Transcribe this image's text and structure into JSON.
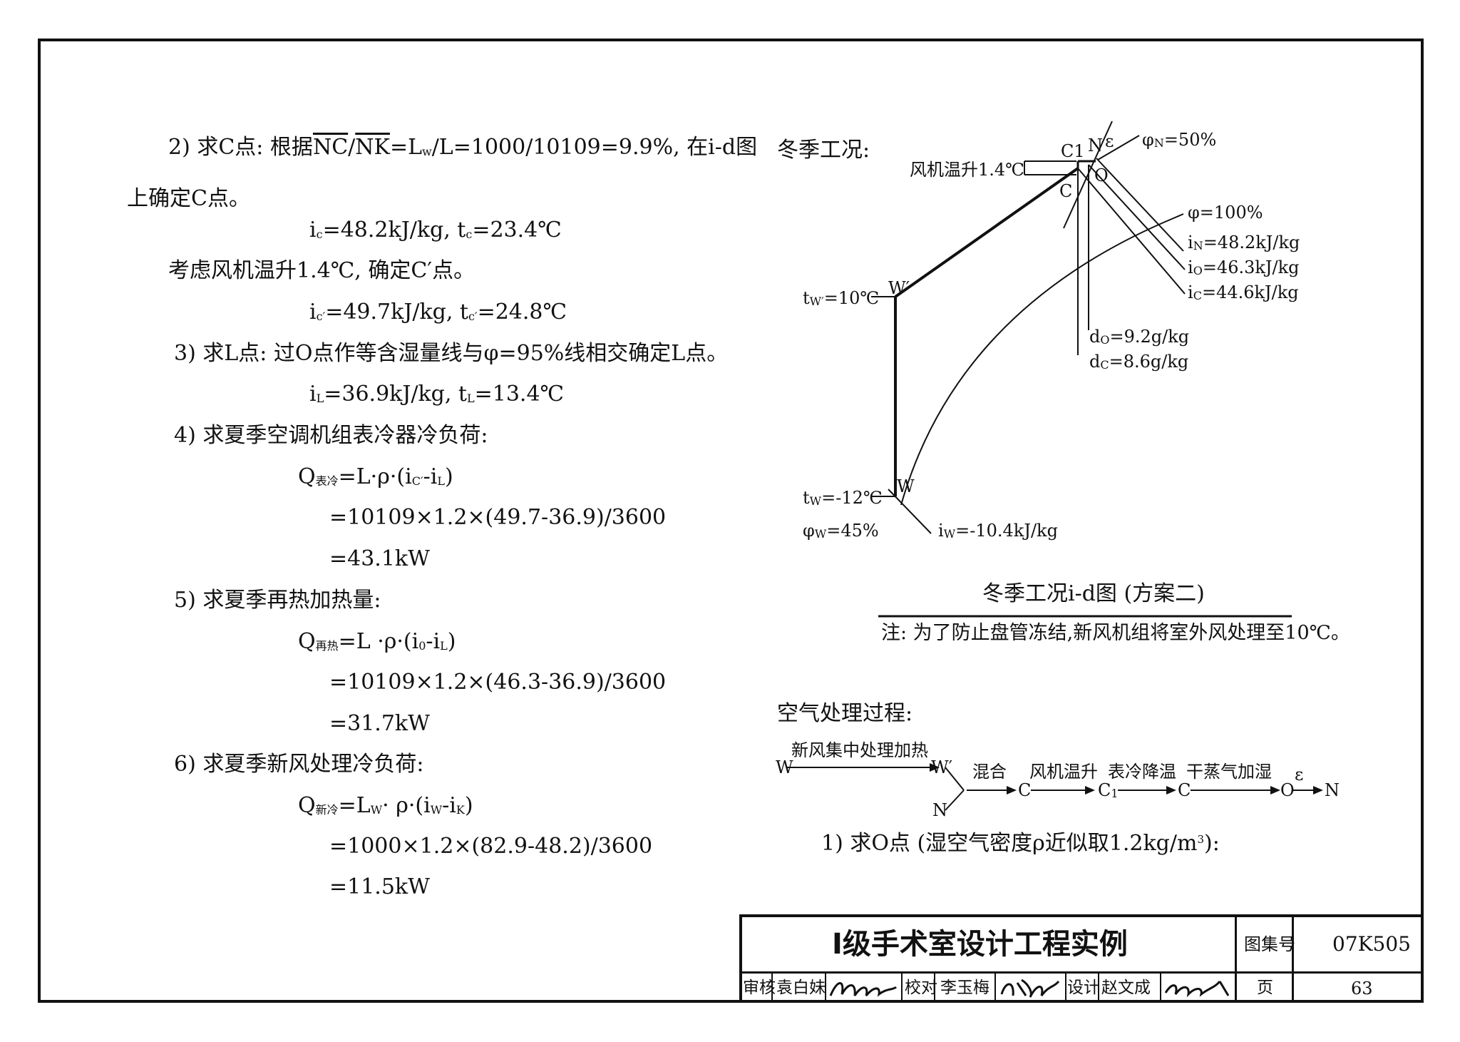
{
  "left_column": {
    "step2_line1": "2) 求C点: 根据",
    "step2_nc": "NC",
    "step2_slash": "/",
    "step2_nk": "NK",
    "step2_line1_rest_a": "=L",
    "step2_line1_rest_sub": "w",
    "step2_line1_rest_b": "/L=1000/10109=9.9%, 在i-d图",
    "step2_line2": "上确定C点。",
    "step2_ic": "i",
    "step2_ic_sub": "c",
    "step2_ic_val": "=48.2kJ/kg, t",
    "step2_tc_sub": "c",
    "step2_tc_val": "=23.4℃",
    "step2_fan": "考虑风机温升1.4℃, 确定C′点。",
    "step2_ic2": "i",
    "step2_ic2_sub": "c′",
    "step2_ic2_val": "=49.7kJ/kg, t",
    "step2_tc2_sub": "c′",
    "step2_tc2_val": "=24.8℃",
    "step3_line1": "3) 求L点: 过O点作等含湿量线与φ=95%线相交确定L点。",
    "step3_il": "i",
    "step3_il_sub": "L",
    "step3_il_val": "=36.9kJ/kg, t",
    "step3_tl_sub": "L",
    "step3_tl_val": "=13.4℃",
    "step4_line1": "4) 求夏季空调机组表冷器冷负荷:",
    "step4_q": "Q",
    "step4_q_sub": "表冷",
    "step4_q_rest_a": "=L·ρ·(i",
    "step4_q_sub2": "C′",
    "step4_q_rest_b": "-i",
    "step4_q_sub3": "L",
    "step4_q_rest_c": ")",
    "step4_calc": "=10109×1.2×(49.7-36.9)/3600",
    "step4_result": "=43.1kW",
    "step5_line1": "5) 求夏季再热加热量:",
    "step5_q": "Q",
    "step5_q_sub": "再热",
    "step5_q_rest_a": "=L ·ρ·(i",
    "step5_q_sub2": "0",
    "step5_q_rest_b": "-i",
    "step5_q_sub3": "L",
    "step5_q_rest_c": ")",
    "step5_calc": "=10109×1.2×(46.3-36.9)/3600",
    "step5_result": "=31.7kW",
    "step6_line1": "6) 求夏季新风处理冷负荷:",
    "step6_q": "Q",
    "step6_q_sub": "新冷",
    "step6_q_rest_a": "=L",
    "step6_q_sub2": "W",
    "step6_q_rest_b": "· ρ·(i",
    "step6_q_sub3": "W",
    "step6_q_rest_c": "-i",
    "step6_q_sub4": "K",
    "step6_q_rest_d": ")",
    "step6_calc": "=1000×1.2×(82.9-48.2)/3600",
    "step6_result": "=11.5kW"
  },
  "diagram": {
    "heading": "冬季工况:",
    "fan_rise": "风机温升1.4℃",
    "c1": "C1",
    "n": "N",
    "eps": "ε",
    "phi_n": "φ",
    "phi_n_sub": "N",
    "phi_n_val": "=50%",
    "o": "O",
    "c": "C",
    "phi100": "φ=100%",
    "in_lbl": "i",
    "in_sub": "N",
    "in_val": "=48.2kJ/kg",
    "io_lbl": "i",
    "io_sub": "O",
    "io_val": "=46.3kJ/kg",
    "ic_lbl": "i",
    "ic_sub": "C",
    "ic_val": "=44.6kJ/kg",
    "w_prime": "W′",
    "tw_prime": "t",
    "tw_prime_sub": "W′",
    "tw_prime_val": "=10℃",
    "do_lbl": "d",
    "do_sub": "O",
    "do_val": "=9.2g/kg",
    "dc_lbl": "d",
    "dc_sub": "C",
    "dc_val": "=8.6g/kg",
    "w": "W",
    "tw": "t",
    "tw_sub": "W",
    "tw_val": "=-12℃",
    "phi_w": "φ",
    "phi_w_sub": "W",
    "phi_w_val": "=45%",
    "iw_lbl": "i",
    "iw_sub": "W",
    "iw_val": "=-10.4kJ/kg",
    "caption": "冬季工况i-d图 (方案二)",
    "note": "注: 为了防止盘管冻结,新风机组将室外风处理至10℃。"
  },
  "process": {
    "heading": "空气处理过程:",
    "w_start": "W",
    "label_fresh": "新风集中处理加热",
    "w_prime": "W′",
    "n": "N",
    "label_mix": "混合",
    "c": "C",
    "label_fan": "风机温升",
    "c1": "C",
    "c1_sub": "1",
    "label_cool": "表冷降温",
    "c2": "C",
    "label_humid": "干蒸气加湿",
    "o": "O",
    "eps": "ε",
    "n_end": "N",
    "step1_a": "1) 求O点 (湿空气密度ρ近似取1.2kg/m",
    "step1_sup": "3",
    "step1_b": "):"
  },
  "title_block": {
    "title": "Ⅰ级手术室设计工程实例",
    "atlas_label": "图集号",
    "atlas_value": "07K505",
    "review_label": "审核",
    "review_name": "袁白妹",
    "check_label": "校对",
    "check_name": "李玉梅",
    "design_label": "设计",
    "design_name": "赵文成",
    "page_label": "页",
    "page_value": "63"
  }
}
